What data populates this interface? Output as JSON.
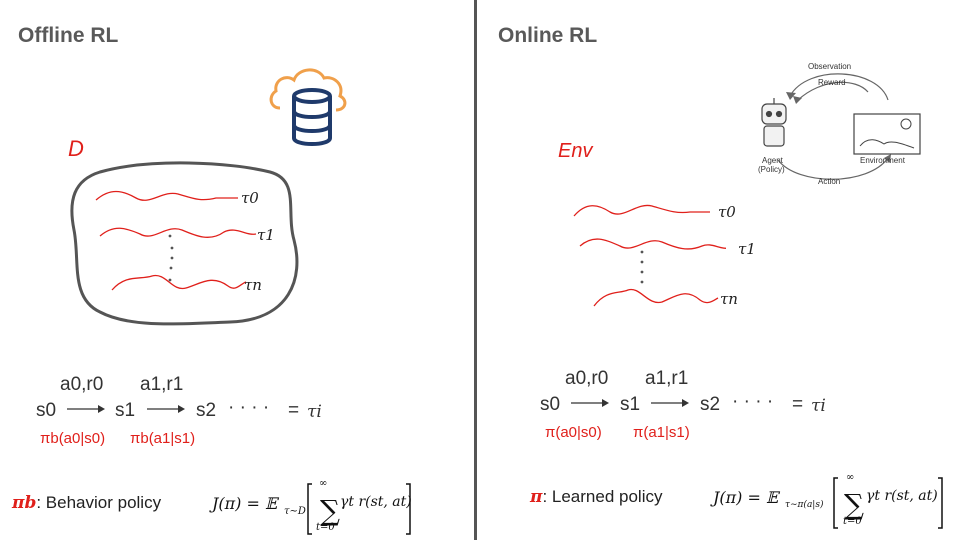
{
  "offline": {
    "title": "Offline RL",
    "dataset_label": "D",
    "traj_labels": [
      "τ0",
      "τ1",
      "τn"
    ],
    "seq": {
      "a0r0": "a0,r0",
      "a1r1": "a1,r1",
      "s0": "s0",
      "s1": "s1",
      "s2": "s2",
      "dots": "· · · ·",
      "equals": "=",
      "tau_i": "τi"
    },
    "policies": [
      "πb(a0|s0)",
      "πb(a1|s1)"
    ],
    "policy_def": {
      "symbol": "πb",
      "text": ": Behavior policy"
    },
    "objective": {
      "lhs": "J(π) = 𝔼",
      "subscript": "τ∼D",
      "sum_top": "∞",
      "sum_bottom": "t=0",
      "body": "γt r(st, at)"
    }
  },
  "online": {
    "title": "Online RL",
    "env_label": "Env",
    "traj_labels": [
      "τ0",
      "τ1",
      "τn"
    ],
    "seq": {
      "a0r0": "a0,r0",
      "a1r1": "a1,r1",
      "s0": "s0",
      "s1": "s1",
      "s2": "s2",
      "dots": "· · · ·",
      "equals": "=",
      "tau_i": "τi"
    },
    "policies": [
      "π(a0|s0)",
      "π(a1|s1)"
    ],
    "policy_def": {
      "symbol": "π",
      "text": ": Learned policy"
    },
    "objective": {
      "lhs": "J(π) = 𝔼",
      "subscript": "τ∼π(a|s)",
      "sum_top": "∞",
      "sum_bottom": "t=0",
      "body": "γt r(st, at)"
    },
    "loop": {
      "observation": "Observation",
      "reward": "Reward",
      "action": "Action",
      "agent": "Agent",
      "agent_sub": "(Policy)",
      "environment": "Environment"
    }
  },
  "colors": {
    "trajectory": "#e0201b",
    "cloud": "#f0a04b",
    "db": "#1f3a6b",
    "outline": "#555555"
  }
}
